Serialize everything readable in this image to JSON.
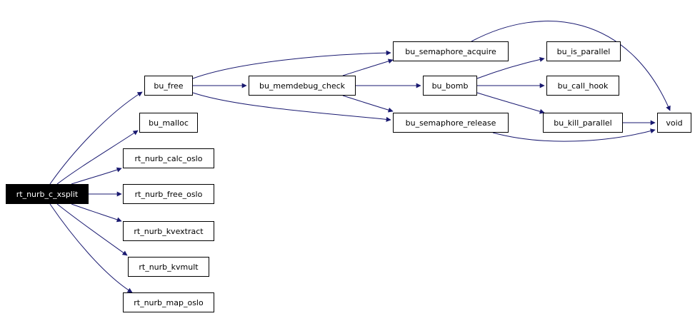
{
  "diagram": {
    "root": "rt_nurb_c_xsplit",
    "colors": {
      "edge": "#191970",
      "node_border": "#000000",
      "node_fill": "#ffffff",
      "root_fill": "#000000",
      "root_text": "#ffffff"
    },
    "nodes": [
      {
        "id": "rt_nurb_c_xsplit",
        "label": "rt_nurb_c_xsplit",
        "root": true
      },
      {
        "id": "bu_free",
        "label": "bu_free"
      },
      {
        "id": "bu_malloc",
        "label": "bu_malloc"
      },
      {
        "id": "rt_nurb_calc_oslo",
        "label": "rt_nurb_calc_oslo"
      },
      {
        "id": "rt_nurb_free_oslo",
        "label": "rt_nurb_free_oslo"
      },
      {
        "id": "rt_nurb_kvextract",
        "label": "rt_nurb_kvextract"
      },
      {
        "id": "rt_nurb_kvmult",
        "label": "rt_nurb_kvmult"
      },
      {
        "id": "rt_nurb_map_oslo",
        "label": "rt_nurb_map_oslo"
      },
      {
        "id": "bu_memdebug_check",
        "label": "bu_memdebug_check"
      },
      {
        "id": "bu_semaphore_acquire",
        "label": "bu_semaphore_acquire"
      },
      {
        "id": "bu_semaphore_release",
        "label": "bu_semaphore_release"
      },
      {
        "id": "bu_bomb",
        "label": "bu_bomb"
      },
      {
        "id": "bu_is_parallel",
        "label": "bu_is_parallel"
      },
      {
        "id": "bu_call_hook",
        "label": "bu_call_hook"
      },
      {
        "id": "bu_kill_parallel",
        "label": "bu_kill_parallel"
      },
      {
        "id": "void",
        "label": "void"
      }
    ],
    "edges": [
      {
        "from": "rt_nurb_c_xsplit",
        "to": "bu_free"
      },
      {
        "from": "rt_nurb_c_xsplit",
        "to": "bu_malloc"
      },
      {
        "from": "rt_nurb_c_xsplit",
        "to": "rt_nurb_calc_oslo"
      },
      {
        "from": "rt_nurb_c_xsplit",
        "to": "rt_nurb_free_oslo"
      },
      {
        "from": "rt_nurb_c_xsplit",
        "to": "rt_nurb_kvextract"
      },
      {
        "from": "rt_nurb_c_xsplit",
        "to": "rt_nurb_kvmult"
      },
      {
        "from": "rt_nurb_c_xsplit",
        "to": "rt_nurb_map_oslo"
      },
      {
        "from": "bu_free",
        "to": "bu_memdebug_check"
      },
      {
        "from": "bu_free",
        "to": "bu_semaphore_acquire"
      },
      {
        "from": "bu_free",
        "to": "bu_semaphore_release"
      },
      {
        "from": "bu_memdebug_check",
        "to": "bu_semaphore_acquire"
      },
      {
        "from": "bu_memdebug_check",
        "to": "bu_bomb"
      },
      {
        "from": "bu_memdebug_check",
        "to": "bu_semaphore_release"
      },
      {
        "from": "bu_semaphore_acquire",
        "to": "void"
      },
      {
        "from": "bu_semaphore_release",
        "to": "void"
      },
      {
        "from": "bu_bomb",
        "to": "bu_is_parallel"
      },
      {
        "from": "bu_bomb",
        "to": "bu_call_hook"
      },
      {
        "from": "bu_bomb",
        "to": "bu_kill_parallel"
      },
      {
        "from": "bu_kill_parallel",
        "to": "void"
      }
    ]
  }
}
